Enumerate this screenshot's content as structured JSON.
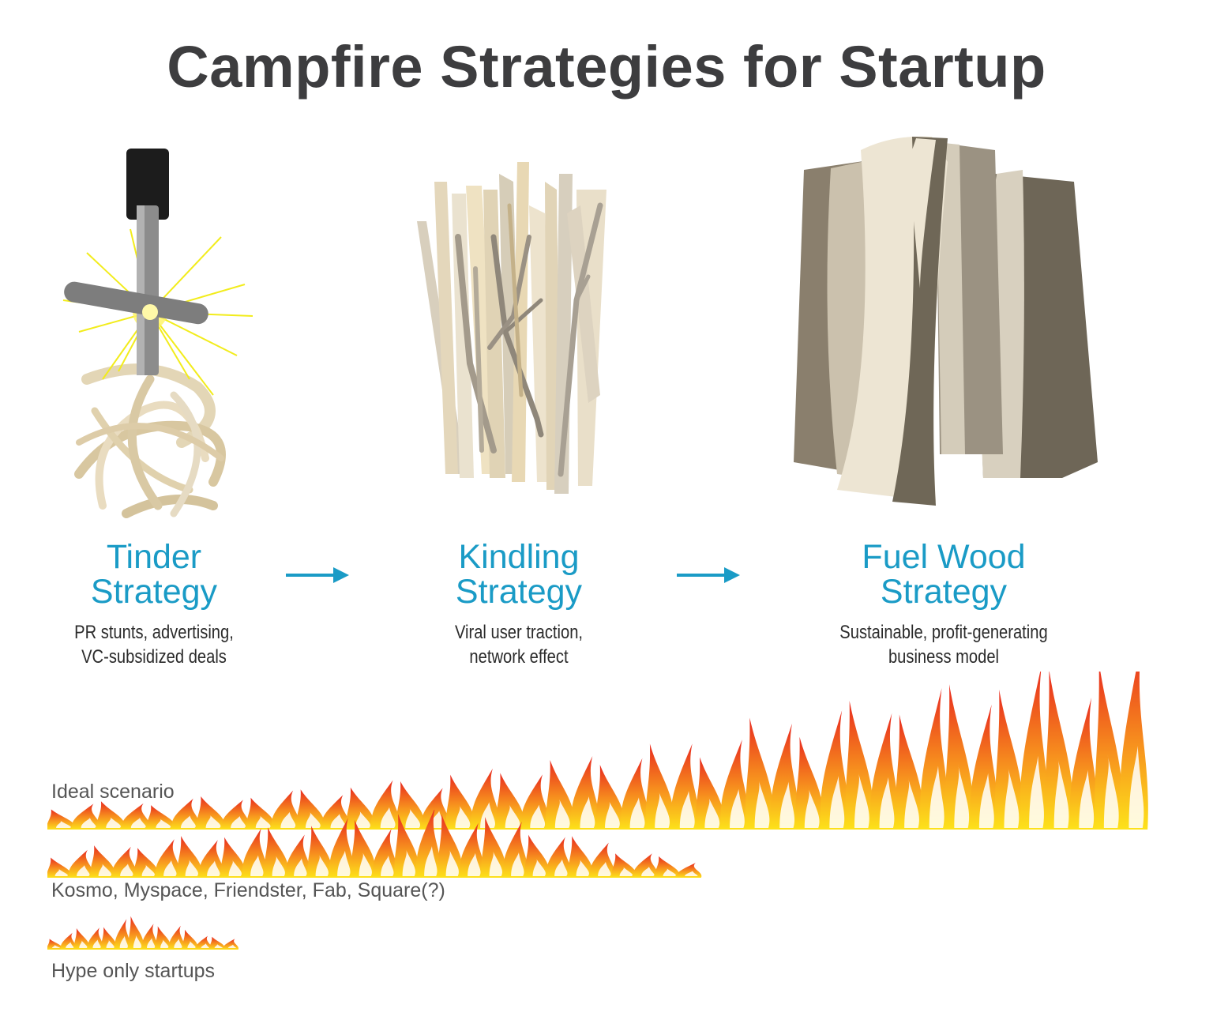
{
  "title": "Campfire Strategies for Startup",
  "stages": [
    {
      "title_line1": "Tinder",
      "title_line2": "Strategy",
      "desc_line1": "PR stunts, advertising,",
      "desc_line2": "VC-subsidized deals",
      "icon": "lighter-spark-icon"
    },
    {
      "title_line1": "Kindling",
      "title_line2": "Strategy",
      "desc_line1": "Viral user traction,",
      "desc_line2": "network effect",
      "icon": "kindling-sticks-icon"
    },
    {
      "title_line1": "Fuel Wood",
      "title_line2": "Strategy",
      "desc_line1": "Sustainable, profit-generating",
      "desc_line2": "business model",
      "icon": "fuel-wood-logs-icon"
    }
  ],
  "scenarios": [
    {
      "label": "Ideal scenario",
      "shape": "growing"
    },
    {
      "label": "Kosmo, Myspace, Friendster, Fab, Square(?)",
      "shape": "rise-then-fade"
    },
    {
      "label": "Hype only startups",
      "shape": "brief-spike"
    }
  ],
  "colors": {
    "title": "#3d3d3f",
    "accent": "#1a9bc6",
    "flame_outer": "#e8291f",
    "flame_mid": "#f7921e",
    "flame_inner": "#fde21a"
  }
}
